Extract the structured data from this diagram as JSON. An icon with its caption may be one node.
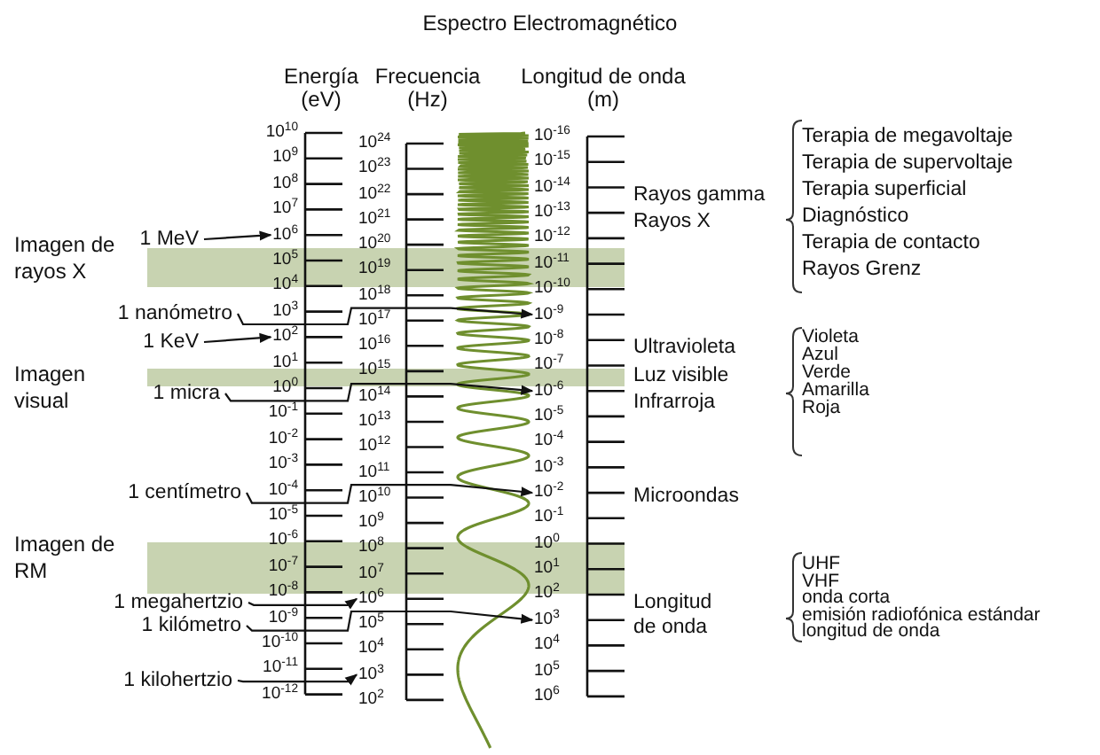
{
  "diagram": {
    "title": "Espectro Electromagnético",
    "nodes": [
      {
        "text": [
          "Imagen de rayos X"
        ]
      },
      {
        "text": [
          "Imagen visual"
        ]
      },
      {
        "text": [
          "Imagen de RM"
        ]
      },
      {
        "text": [
          "1 MeV"
        ]
      },
      {
        "text": [
          "1 nanómetro"
        ]
      },
      {
        "text": [
          "1 KeV"
        ]
      },
      {
        "text": [
          "1 micra"
        ]
      },
      {
        "text": [
          "1 centímetro"
        ]
      },
      {
        "text": [
          "1 megahertzio"
        ]
      },
      {
        "text": [
          "1 kilómetro"
        ]
      },
      {
        "text": [
          "1 kilohertzio"
        ]
      },
      {
        "text": [
          "10$^{6}$"
        ]
      },
      {
        "text": [
          "10$^{2}$"
        ]
      },
      {
        "text": [
          "10$^{-9}$"
        ]
      },
      {
        "text": [
          "10$^{-6}$"
        ]
      },
      {
        "text": [
          "10$^{-2}$"
        ]
      },
      {
        "text": [
          "10$^{6}$"
        ]
      },
      {
        "text": [
          "10$^{3}$"
        ]
      },
      {
        "text": [
          "10$^{3}$"
        ]
      }
    ],
    "edges": [
      {
        "from": 3,
        "to": 11,
        "arrow": "to"
      },
      {
        "from": 4,
        "to": 13,
        "arrow": "to"
      },
      {
        "from": 5,
        "to": 12,
        "arrow": "to"
      },
      {
        "from": 6,
        "to": 14,
        "arrow": "to"
      },
      {
        "from": 7,
        "to": 15,
        "arrow": "to"
      },
      {
        "from": 8,
        "to": 16,
        "arrow": "to"
      },
      {
        "from": 9,
        "to": 17,
        "arrow": "to"
      },
      {
        "from": 10,
        "to": 18,
        "arrow": "to"
      }
    ],
    "labels": [
      "Energía (eV)",
      "Frecuencia (Hz)",
      "Longitud de onda (m)",
      "10$^{10}$",
      "10$^{9}$",
      "10$^{8}$",
      "10$^{7}$",
      "10$^{5}$",
      "10$^{4}$",
      "10$^{3}$",
      "10$^{1}$",
      "10$^{0}$",
      "10$^{-1}$",
      "10$^{-2}$",
      "10$^{-3}$",
      "10$^{-4}$",
      "10$^{-5}$",
      "10$^{-6}$",
      "10$^{-7}$",
      "10$^{-8}$",
      "10$^{-9}$",
      "10$^{-10}$",
      "10$^{-11}$",
      "10$^{-12}$",
      "10$^{24}$",
      "10$^{23}$",
      "10$^{22}$",
      "10$^{21}$",
      "10$^{20}$",
      "10$^{19}$",
      "10$^{18}$",
      "10$^{17}$",
      "10$^{16}$",
      "10$^{15}$",
      "10$^{14}$",
      "10$^{13}$",
      "10$^{12}$",
      "10$^{11}$",
      "10$^{10}$",
      "10$^{9}$",
      "10$^{8}$",
      "10$^{7}$",
      "10$^{5}$",
      "10$^{4}$",
      "10$^{2}$",
      "10$^{-16}$",
      "10$^{-15}$",
      "10$^{-14}$",
      "10$^{-13}$",
      "10$^{-12}$",
      "10$^{-11}$",
      "10$^{-10}$",
      "10$^{-8}$",
      "10$^{-7}$",
      "10$^{-5}$",
      "10$^{-4}$",
      "10$^{-3}$",
      "10$^{-1}$",
      "10$^{0}$",
      "10$^{1}$",
      "10$^{2}$",
      "10$^{4}$",
      "10$^{5}$",
      "10$^{6}$",
      "Rayos gamma",
      "Rayos X",
      "Ultravioleta",
      "Luz visible",
      "Infrarroja",
      "Microondas",
      "Longitud de onda",
      "Terapia de megavoltaje",
      "Terapia de supervoltaje",
      "Terapia superficial",
      "Diagnóstico",
      "Terapia de contacto",
      "Rayos Grenz",
      "Violeta",
      "Azul",
      "Verde",
      "Amarilla",
      "Roja",
      "UHF",
      "VHF",
      "onda corta",
      "emisión radiofónica estándar",
      "longitud de onda"
    ]
  }
}
